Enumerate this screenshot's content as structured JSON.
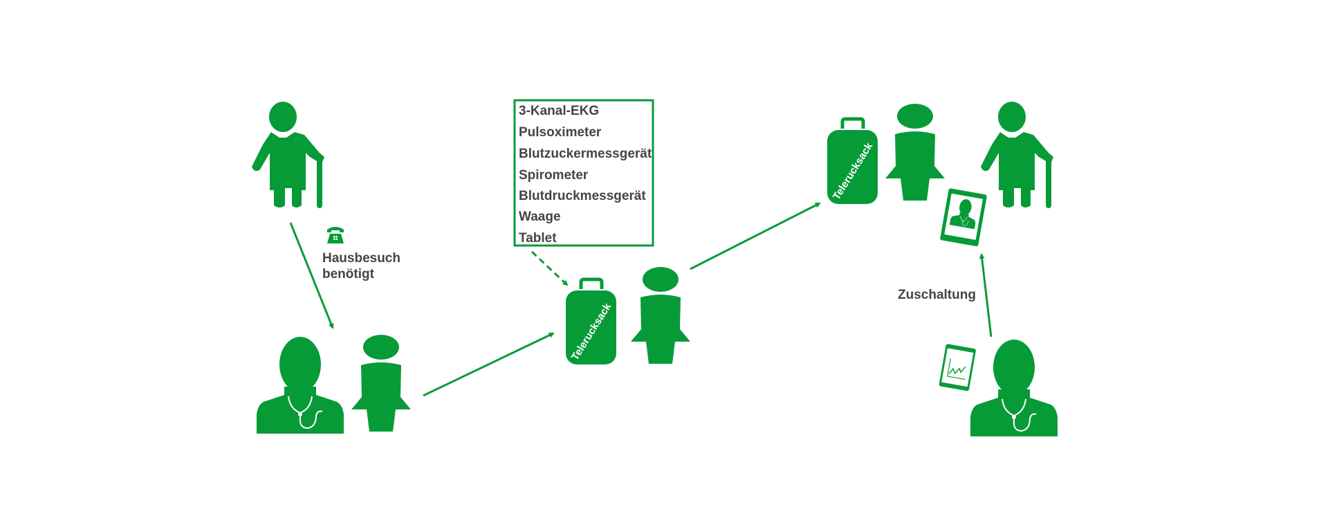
{
  "colors": {
    "accent": "#079b38",
    "text": "#444444",
    "background": "#ffffff"
  },
  "labels": {
    "hausbesuch_line1": "Hausbesuch",
    "hausbesuch_line2": "benötigt",
    "zuschaltung": "Zuschaltung"
  },
  "equipment_box": {
    "items": [
      "3-Kanal-EKG",
      "Pulsoximeter",
      "Blutzuckermessgerät",
      "Spirometer",
      "Blutdruckmessgerät",
      "Waage",
      "Tablet"
    ]
  },
  "backpack_label": "Telerucksack",
  "icons": [
    "elderly-person-icon",
    "telephone-icon",
    "doctor-icon",
    "woman-icon",
    "backpack-icon",
    "tablet-doctor-icon",
    "tablet-chart-icon"
  ]
}
